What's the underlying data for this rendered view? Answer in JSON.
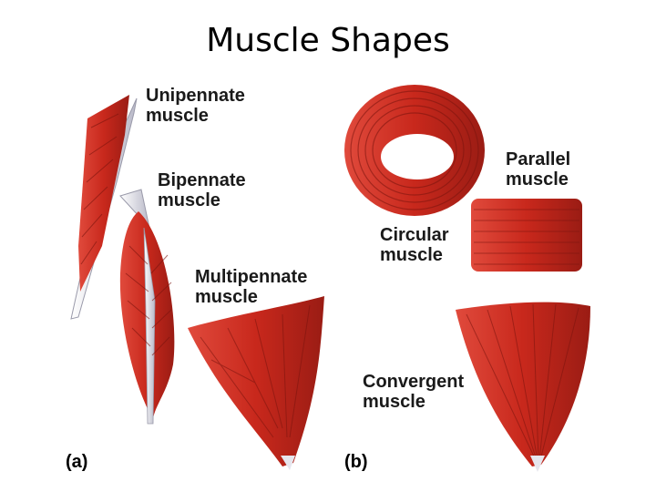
{
  "title": "Muscle Shapes",
  "labels": {
    "unipennate": [
      "Unipennate",
      "muscle"
    ],
    "bipennate": [
      "Bipennate",
      "muscle"
    ],
    "multipennate": [
      "Multipennate",
      "muscle"
    ],
    "circular": [
      "Circular",
      "muscle"
    ],
    "parallel": [
      "Parallel",
      "muscle"
    ],
    "convergent": [
      "Convergent",
      "muscle"
    ]
  },
  "panels": {
    "a": "(a)",
    "b": "(b)"
  },
  "colors": {
    "muscle": "#c8281c",
    "muscle_dark": "#8e1a12",
    "tendon": "#e6e6ee"
  }
}
